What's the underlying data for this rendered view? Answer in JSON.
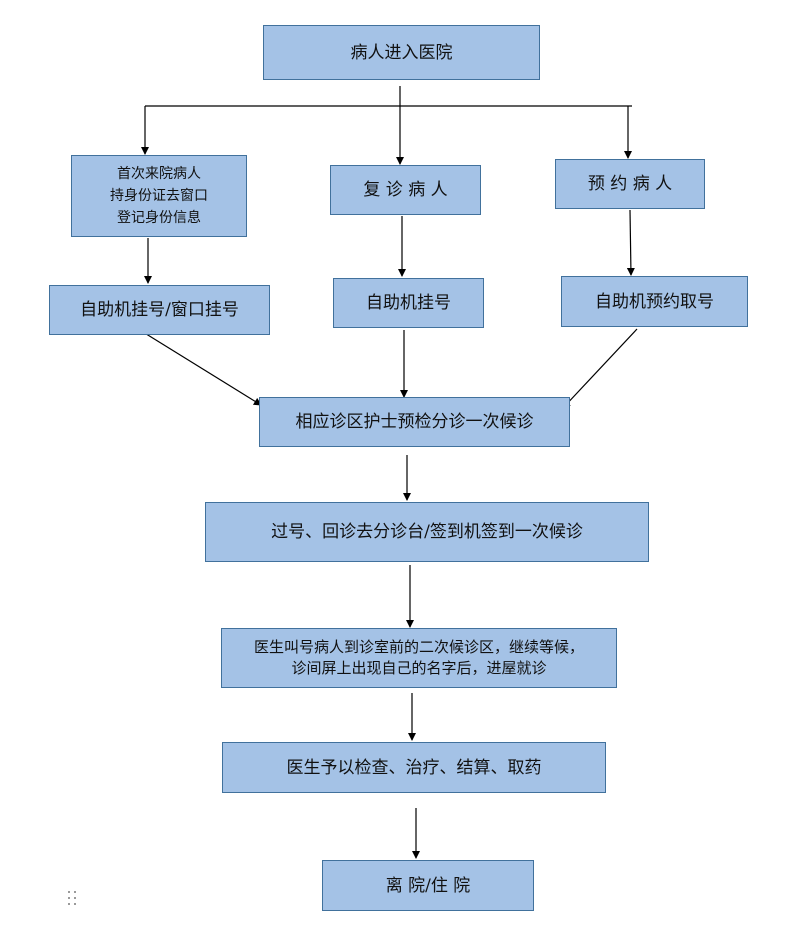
{
  "nodes": {
    "enter": "病人进入医院",
    "first_visit": [
      "首次来院病人",
      "持身份证去窗口",
      "登记身份信息"
    ],
    "revisit": "复 诊 病 人",
    "appointment": "预 约 病 人",
    "reg_first": "自助机挂号/窗口挂号",
    "reg_revisit": "自助机挂号",
    "reg_appointment": "自助机预约取号",
    "triage": "相应诊区护士预检分诊一次候诊",
    "checkin": "过号、回诊去分诊台/签到机签到一次候诊",
    "call": [
      "医生叫号病人到诊室前的二次候诊区，继续等候，",
      "诊间屏上出现自己的名字后，进屋就诊"
    ],
    "treatment": "医生予以检查、治疗、结算、取药",
    "leave": "离 院/住 院"
  },
  "colors": {
    "box_fill": "#a4c2e6",
    "box_border": "#41719c",
    "line": "#000000"
  }
}
